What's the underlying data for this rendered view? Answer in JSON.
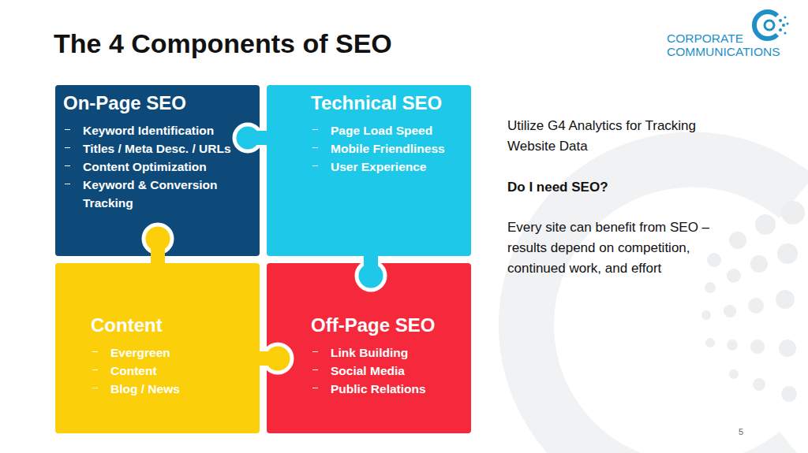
{
  "diagram": {
    "title": "The 4 Components of SEO",
    "nodes": [
      {
        "text": [
          "On-Page SEO",
          "Keyword Identification",
          "Titles / Meta Desc. / URLs",
          "Content Optimization",
          "Keyword & Conversion Tracking"
        ]
      },
      {
        "text": [
          "Technical SEO",
          "Page Load Speed",
          "Mobile Friendliness",
          "User Experience"
        ]
      },
      {
        "text": [
          "Content",
          "Evergreen",
          "Content",
          "Blog / News"
        ]
      },
      {
        "text": [
          "Off-Page SEO",
          "Link Building",
          "Social Media",
          "Public Relations"
        ]
      }
    ],
    "labels": [
      "CORPORATE COMMUNICATIONS",
      "Utilize G4 Analytics for Tracking Website Data",
      "Do I need SEO?",
      "Every site can benefit from SEO – results depend on competition, continued work, and effort",
      "5"
    ]
  }
}
